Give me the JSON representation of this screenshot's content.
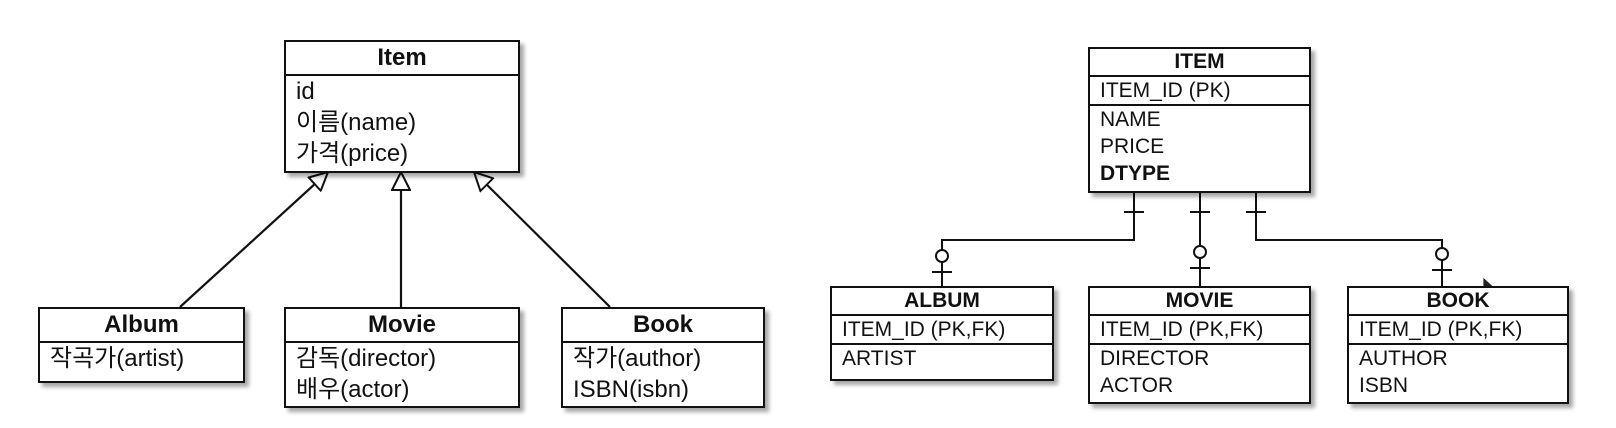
{
  "class_diagram": {
    "parent": {
      "name": "Item",
      "attributes": [
        "id",
        "이름(name)",
        "가격(price)"
      ]
    },
    "children": [
      {
        "name": "Album",
        "attributes": [
          "작곡가(artist)"
        ]
      },
      {
        "name": "Movie",
        "attributes": [
          "감독(director)",
          "배우(actor)"
        ]
      },
      {
        "name": "Book",
        "attributes": [
          "작가(author)",
          "ISBN(isbn)"
        ]
      }
    ]
  },
  "erd": {
    "parent": {
      "name": "ITEM",
      "key": "ITEM_ID (PK)",
      "columns": [
        "NAME",
        "PRICE"
      ],
      "discriminator": "DTYPE"
    },
    "children": [
      {
        "name": "ALBUM",
        "key": "ITEM_ID (PK,FK)",
        "columns": [
          "ARTIST"
        ]
      },
      {
        "name": "MOVIE",
        "key": "ITEM_ID (PK,FK)",
        "columns": [
          "DIRECTOR",
          "ACTOR"
        ]
      },
      {
        "name": "BOOK",
        "key": "ITEM_ID (PK,FK)",
        "columns": [
          "AUTHOR",
          "ISBN"
        ]
      }
    ]
  }
}
